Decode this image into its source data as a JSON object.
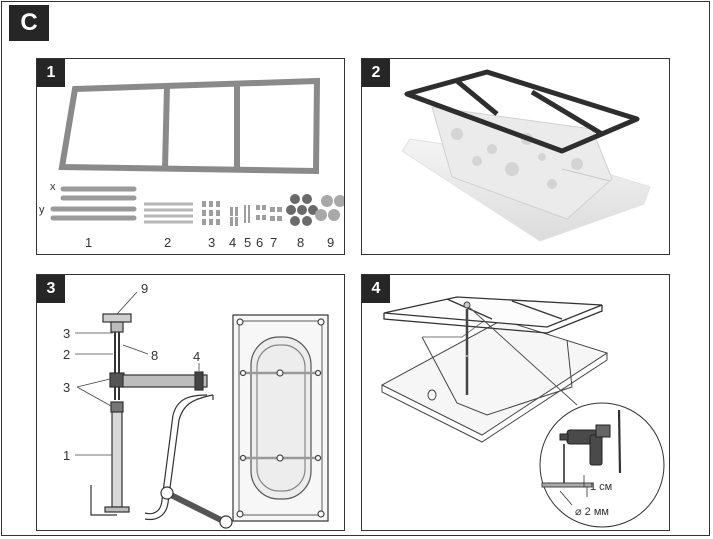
{
  "section_label": "C",
  "panels": [
    {
      "number": "1",
      "axis_labels": [
        "x",
        "y"
      ],
      "part_numbers": [
        "1",
        "2",
        "3",
        "4",
        "5",
        "6",
        "7",
        "8",
        "9"
      ]
    },
    {
      "number": "2"
    },
    {
      "number": "3",
      "callouts": [
        "9",
        "3",
        "2",
        "8",
        "3",
        "1",
        "4"
      ]
    },
    {
      "number": "4",
      "measurements": {
        "depth": "1 см",
        "diameter": "⌀ 2 мм"
      }
    }
  ]
}
